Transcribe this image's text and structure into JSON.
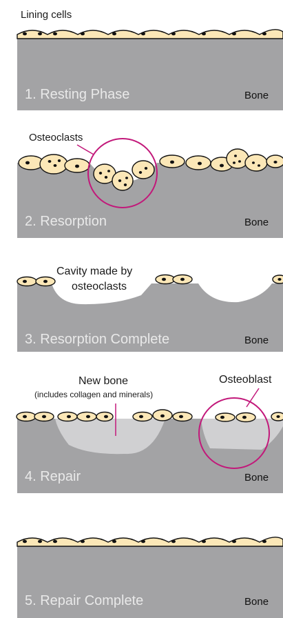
{
  "panels": [
    {
      "phase": "1. Resting Phase",
      "tissue": "Bone",
      "callouts": [
        "Lining cells"
      ]
    },
    {
      "phase": "2. Resorption",
      "tissue": "Bone",
      "callouts": [
        "Osteoclasts"
      ]
    },
    {
      "phase": "3. Resorption Complete",
      "tissue": "Bone",
      "callouts": [
        "Cavity made by",
        "osteoclasts"
      ]
    },
    {
      "phase": "4. Repair",
      "tissue": "Bone",
      "callouts": [
        "New bone",
        "(includes collagen and minerals)",
        "Osteoblast"
      ]
    },
    {
      "phase": "5. Repair Complete",
      "tissue": "Bone",
      "callouts": []
    }
  ],
  "colors": {
    "bone": "#a3a3a5",
    "new_bone": "#d0d0d2",
    "cell_fill": "#fbe7b7",
    "highlight_ring": "#c2187a"
  }
}
